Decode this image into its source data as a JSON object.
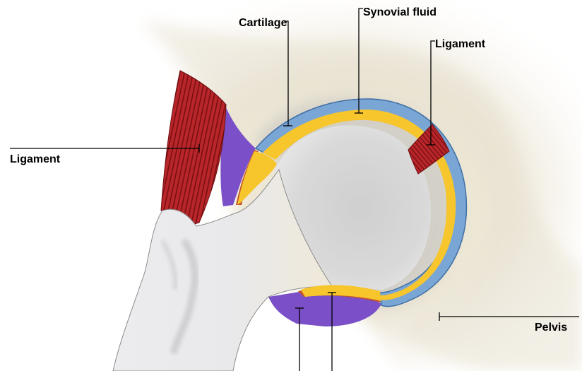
{
  "labels": {
    "cartilage": "Cartilage",
    "synovial_fluid": "Synovial fluid",
    "ligament_right": "Ligament",
    "ligament_left": "Ligament",
    "pelvis": "Pelvis"
  },
  "colors": {
    "bone": "#e9e9eb",
    "bone_shadow": "#c8c8cc",
    "cartilage": "#7aa6d6",
    "cartilage_edge": "#4f7fb5",
    "synovial_fluid": "#f7c52c",
    "synovial_edge": "#c4542a",
    "ligament": "#b8262a",
    "ligament_stripe": "#7a0f12",
    "capsule": "#7a4fc8",
    "leader": "#000000"
  }
}
